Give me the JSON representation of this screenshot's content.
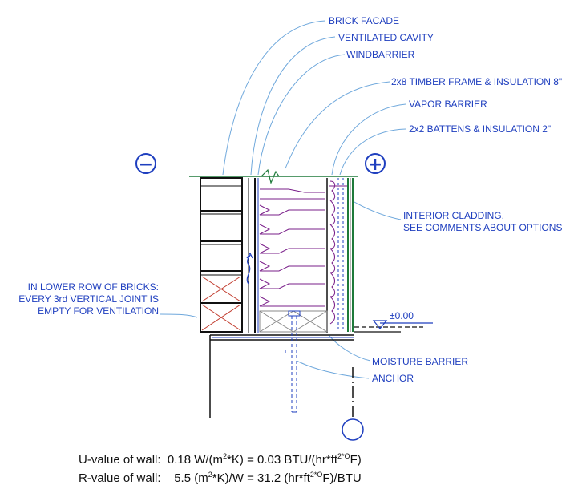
{
  "labels": {
    "brick_facade": "BRICK FACADE",
    "ventilated_cavity": "VENTILATED CAVITY",
    "windbarrier": "WINDBARRIER",
    "timber_frame": "2x8 TIMBER FRAME & INSULATION 8\"",
    "vapor_barrier": "VAPOR BARRIER",
    "battens": "2x2 BATTENS & INSULATION 2\"",
    "interior_cladding_1": "INTERIOR CLADDING,",
    "interior_cladding_2": "SEE COMMENTS ABOUT OPTIONS",
    "lower_row_1": "IN LOWER ROW OF BRICKS:",
    "lower_row_2": "EVERY 3rd VERTICAL JOINT IS",
    "lower_row_3": "EMPTY FOR VENTILATION",
    "level": "±0.00",
    "moisture_barrier": "MOISTURE BARRIER",
    "anchor": "ANCHOR"
  },
  "signs": {
    "minus": "−",
    "plus": "+"
  },
  "u_value": {
    "prefix": "U-value of wall:  0.18 W/(m",
    "sup1": "2",
    "mid": "*K) = 0.03 BTU/(hr*ft",
    "sup2": "2*O",
    "suffix": "F)"
  },
  "r_value": {
    "prefix": "R-value of wall:    5.5 (m",
    "sup1": "2",
    "mid": "*K)/W = 31.2 (hr*ft",
    "sup2": "2*O",
    "suffix": "F)/BTU"
  },
  "colors": {
    "annotation": "#1f3fbf",
    "leader": "#6fa8dc",
    "structure": "#111111",
    "insulation": "#7a1f8a",
    "cladding": "#1e7a3a",
    "cross": "#c0392b"
  }
}
